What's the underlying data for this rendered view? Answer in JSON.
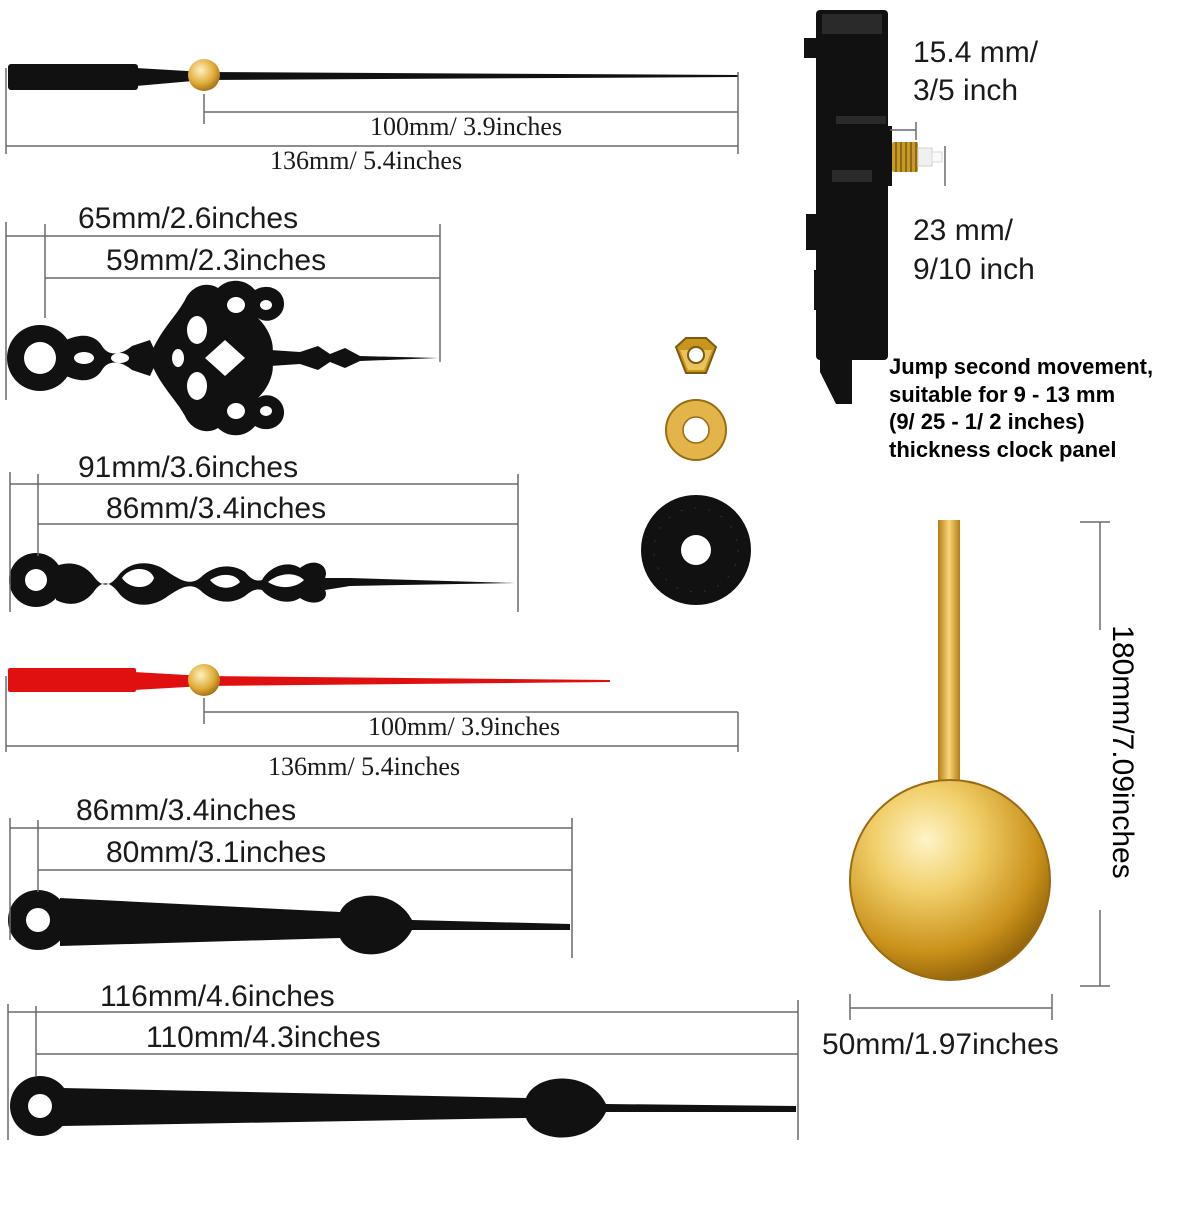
{
  "colors": {
    "hand": "#111111",
    "gold": "#d9a520",
    "gold_light": "#f6dc8a",
    "red": "#e01010",
    "line": "#6a6a6a",
    "text": "#1a1a1a"
  },
  "items": {
    "second_hand_black": {
      "inner": "100mm/ 3.9inches",
      "outer": "136mm/ 5.4inches"
    },
    "ornate_hour_hand": {
      "outer": "65mm/2.6inches",
      "inner": "59mm/2.3inches"
    },
    "ornate_minute_hand": {
      "outer": "91mm/3.6inches",
      "inner": "86mm/3.4inches"
    },
    "second_hand_red": {
      "inner": "100mm/ 3.9inches",
      "outer": "136mm/ 5.4inches"
    },
    "plain_hour_hand": {
      "outer": "86mm/3.4inches",
      "inner": "80mm/3.1inches"
    },
    "plain_minute_hand": {
      "outer": "116mm/4.6inches",
      "inner": "110mm/4.3inches"
    }
  },
  "movement": {
    "depth_line1": "15.4 mm/",
    "depth_line2": "3/5 inch",
    "shaft_line1": "23 mm/",
    "shaft_line2": "9/10 inch",
    "note_lines": [
      "Jump second movement,",
      "suitable for 9 - 13 mm",
      "(9/ 25 - 1/ 2 inches)",
      "thickness clock panel"
    ]
  },
  "pendulum": {
    "height": "180mm/7.09inches",
    "width": "50mm/1.97inches"
  },
  "parts": {
    "icons": [
      "hex-nut-icon",
      "brass-washer-icon",
      "rubber-washer-icon"
    ]
  }
}
